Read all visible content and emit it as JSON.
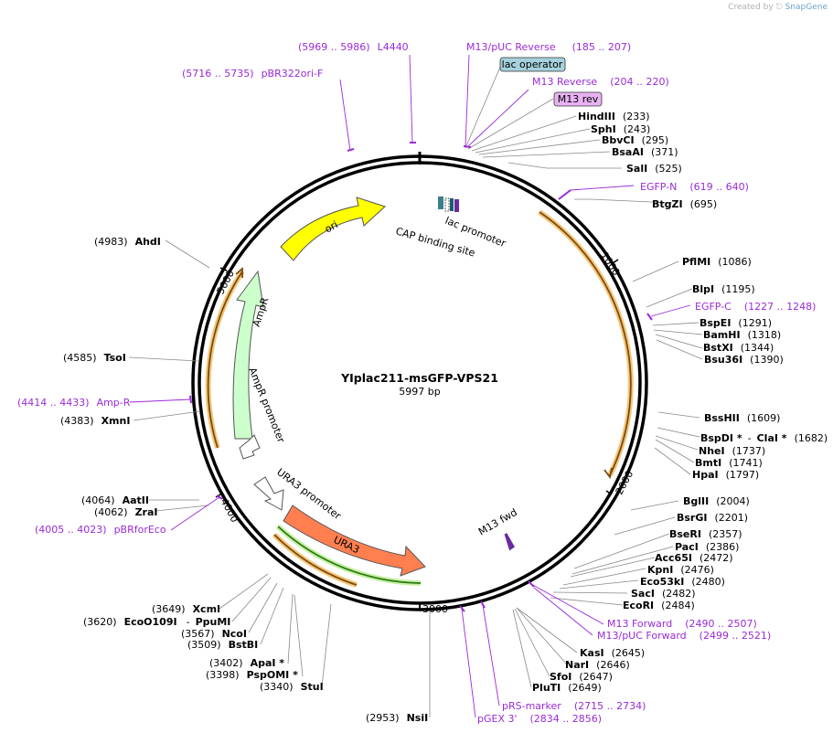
{
  "watermark": {
    "prefix": "Created by",
    "brand": "SnapGene"
  },
  "plasmid": {
    "name": "YIplac211-msGFP-VPS21",
    "length_label": "5997 bp"
  },
  "ruler_ticks": [
    "1000",
    "2000",
    "3000",
    "4000",
    "5000"
  ],
  "features": [
    {
      "label": "ori",
      "color": "#ffff00"
    },
    {
      "label": "AmpR",
      "color": "#ccffcc"
    },
    {
      "label": "AmpR promoter",
      "color": "#ffffff"
    },
    {
      "label": "URA3 promoter",
      "color": "#ffffff"
    },
    {
      "label": "URA3",
      "color": "#ff7f50"
    },
    {
      "label": "lac promoter"
    },
    {
      "label": "CAP binding site"
    },
    {
      "label": "M13 fwd"
    }
  ],
  "boxed_labels": [
    {
      "label": "lac operator",
      "color": "#a6d1dc"
    },
    {
      "label": "M13 rev",
      "color": "#e8b2f2"
    }
  ],
  "sites_right": [
    {
      "name": "HindIII",
      "pos": "(233)"
    },
    {
      "name": "SphI",
      "pos": "(243)"
    },
    {
      "name": "BbvCI",
      "pos": "(295)"
    },
    {
      "name": "BsaAI",
      "pos": "(371)"
    },
    {
      "name": "SalI",
      "pos": "(525)"
    },
    {
      "name": "BtgZI",
      "pos": "(695)"
    },
    {
      "name": "PflMI",
      "pos": "(1086)"
    },
    {
      "name": "BlpI",
      "pos": "(1195)"
    },
    {
      "name": "BspEI",
      "pos": "(1291)"
    },
    {
      "name": "BamHI",
      "pos": "(1318)"
    },
    {
      "name": "BstXI",
      "pos": "(1344)"
    },
    {
      "name": "Bsu36I",
      "pos": "(1390)"
    },
    {
      "name": "BssHII",
      "pos": "(1609)"
    },
    {
      "name": "BspDI *",
      "sep": "-",
      "name2": "ClaI *",
      "pos": "(1682)"
    },
    {
      "name": "NheI",
      "pos": "(1737)"
    },
    {
      "name": "BmtI",
      "pos": "(1741)"
    },
    {
      "name": "HpaI",
      "pos": "(1797)"
    },
    {
      "name": "BglII",
      "pos": "(2004)"
    },
    {
      "name": "BsrGI",
      "pos": "(2201)"
    },
    {
      "name": "BseRI",
      "pos": "(2357)"
    },
    {
      "name": "PacI",
      "pos": "(2386)"
    },
    {
      "name": "Acc65I",
      "pos": "(2472)"
    },
    {
      "name": "KpnI",
      "pos": "(2476)"
    },
    {
      "name": "Eco53kI",
      "pos": "(2480)"
    },
    {
      "name": "SacI",
      "pos": "(2482)"
    },
    {
      "name": "EcoRI",
      "pos": "(2484)"
    },
    {
      "name": "KasI",
      "pos": "(2645)"
    },
    {
      "name": "NarI",
      "pos": "(2646)"
    },
    {
      "name": "SfoI",
      "pos": "(2647)"
    },
    {
      "name": "PluTI",
      "pos": "(2649)"
    }
  ],
  "sites_left": [
    {
      "name": "AhdI",
      "pos": "(4983)"
    },
    {
      "name": "TsoI",
      "pos": "(4585)"
    },
    {
      "name": "XmnI",
      "pos": "(4383)"
    },
    {
      "name": "AatII",
      "pos": "(4064)"
    },
    {
      "name": "ZraI",
      "pos": "(4062)"
    },
    {
      "name": "XcmI",
      "pos": "(3649)"
    },
    {
      "name": "EcoO109I",
      "sep": "-",
      "name2": "PpuMI",
      "pos": "(3620)"
    },
    {
      "name": "NcoI",
      "pos": "(3567)"
    },
    {
      "name": "BstBI",
      "pos": "(3509)"
    },
    {
      "name": "ApaI *",
      "pos": "(3402)"
    },
    {
      "name": "PspOMI *",
      "pos": "(3398)"
    },
    {
      "name": "StuI",
      "pos": "(3340)"
    },
    {
      "name": "NsiI",
      "pos": "(2953)"
    }
  ],
  "primers": [
    {
      "name": "L4440",
      "range": "(5969 .. 5986)"
    },
    {
      "name": "M13/pUC Reverse",
      "range": "(185 .. 207)"
    },
    {
      "name": "pBR322ori-F",
      "range": "(5716 .. 5735)"
    },
    {
      "name": "M13 Reverse",
      "range": "(204 .. 220)"
    },
    {
      "name": "EGFP-N",
      "range": "(619 .. 640)"
    },
    {
      "name": "EGFP-C",
      "range": "(1227 .. 1248)"
    },
    {
      "name": "Amp-R",
      "range": "(4414 .. 4433)"
    },
    {
      "name": "pBRforEco",
      "range": "(4005 .. 4023)"
    },
    {
      "name": "M13 Forward",
      "range": "(2490 .. 2507)"
    },
    {
      "name": "M13/pUC Forward",
      "range": "(2499 .. 2521)"
    },
    {
      "name": "pRS-marker",
      "range": "(2715 .. 2734)"
    },
    {
      "name": "pGEX 3'",
      "range": "(2834 .. 2856)"
    }
  ]
}
